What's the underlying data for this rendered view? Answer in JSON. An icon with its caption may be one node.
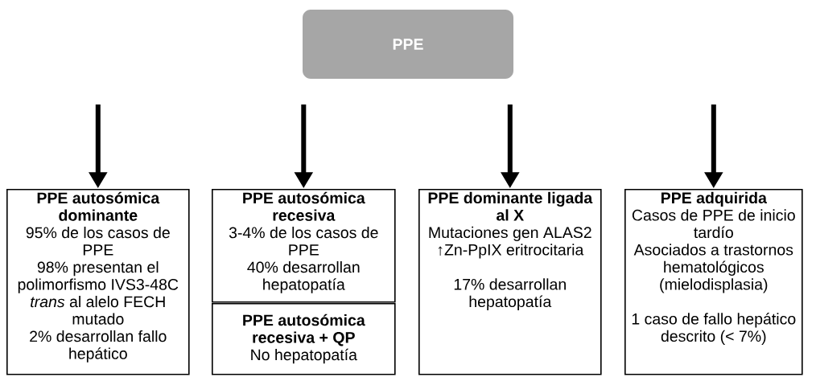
{
  "diagram": {
    "nodes": [
      {
        "text": [
          "PPE"
        ]
      },
      {
        "text": [
          "PPE autosómica dominante",
          "95% de los casos de PPE",
          "98% presentan el polimorfismo IVS3-48C *trans* al alelo FECH mutado",
          "2% desarrollan fallo hepático"
        ]
      },
      {
        "text": [
          "PPE autosómica recesiva",
          "3-4% de los casos de PPE",
          "40% desarrollan hepatopatía"
        ]
      },
      {
        "text": [
          "PPE autosómica recesiva + QP",
          "No hepatopatía"
        ]
      },
      {
        "text": [
          "PPE dominante ligada al X",
          "Mutaciones gen ALAS2",
          "↑Zn-PpIX eritrocitaria",
          "17% desarrollan hepatopatía"
        ]
      },
      {
        "text": [
          "PPE adquirida",
          "Casos de PPE de inicio tardío",
          "Asociados a trastornos hematológicos (mielodisplasia)",
          "1 caso de fallo hepático descrito (< 7%)"
        ]
      }
    ],
    "edges": [
      {
        "from": null,
        "to": 1,
        "arrow": "to"
      },
      {
        "from": null,
        "to": 2,
        "arrow": "to"
      },
      {
        "from": null,
        "to": 4,
        "arrow": "to"
      },
      {
        "from": null,
        "to": 5,
        "arrow": "to"
      }
    ]
  }
}
